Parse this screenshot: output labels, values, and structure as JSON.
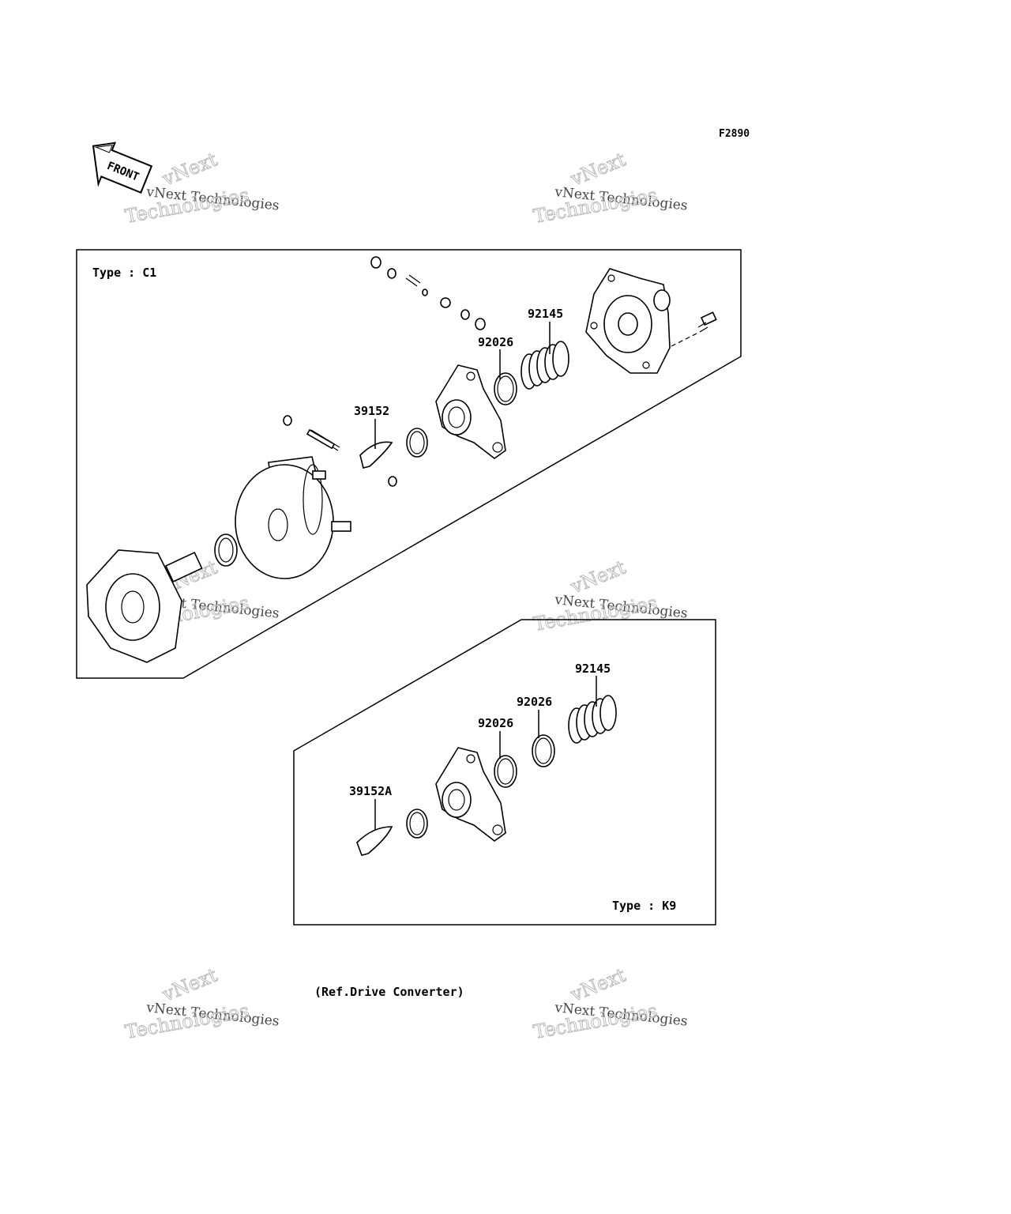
{
  "figure_code": "F2890",
  "front_arrow_text": "FRONT",
  "watermark": {
    "line1": "vNext",
    "line2": "vNext Technologies",
    "line3": "Technologies"
  },
  "panel_c1": {
    "type_label": "Type : C1",
    "callouts": [
      "92145",
      "92026",
      "39152"
    ]
  },
  "panel_k9": {
    "type_label": "Type : K9",
    "callouts": [
      "92145",
      "92026",
      "92026",
      "39152A"
    ]
  },
  "reference_note": "(Ref.Drive Converter)"
}
